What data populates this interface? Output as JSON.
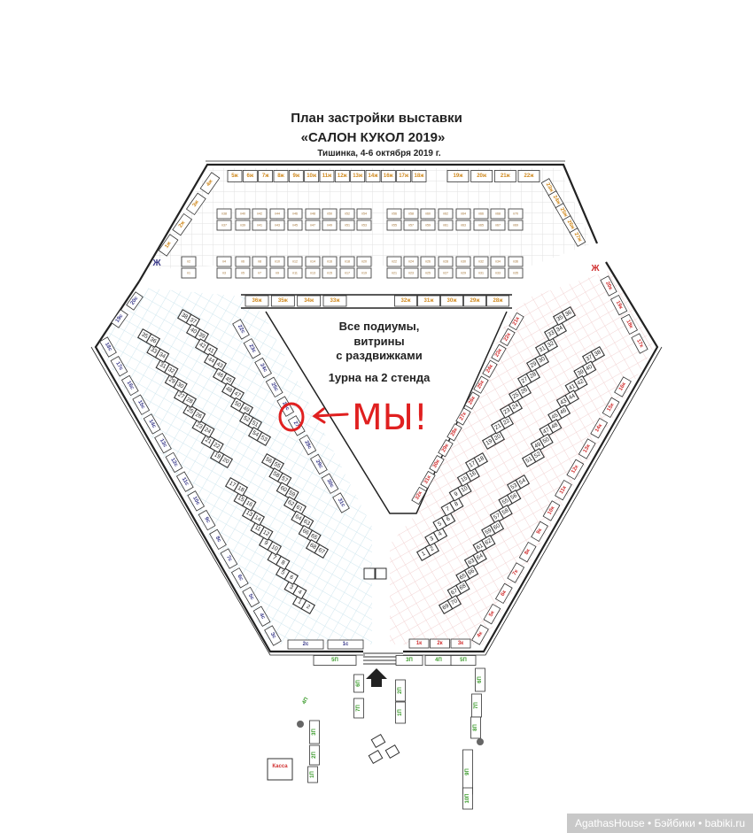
{
  "title": {
    "line1": "План застройки выставки",
    "line2": "«САЛОН КУКОЛ 2019»",
    "line3": "Тишинка, 4-6 октября 2019 г."
  },
  "center_note": {
    "line1": "Все подиумы,",
    "line2": "витрины",
    "line3": "с раздвижками",
    "line4": "1урна на 2 стенда"
  },
  "annotation": {
    "text": "МЫ!"
  },
  "markers": {
    "wc_left": "Ж",
    "wc_right": "Ж"
  },
  "cashier": "Касса",
  "watermark": "AgathasHouse • Бэйбики • babiki.ru",
  "colors": {
    "zh": "#d08a20",
    "s": "#3a3a8a",
    "k": "#d03030",
    "p": "#3a9a2a",
    "annotation": "#e02020",
    "grid_left": "#cfe6ee",
    "grid_right": "#f2d3d3",
    "grid_top": "#dddddd"
  },
  "left_hall": {
    "col_a": [
      [
        "1",
        "2"
      ],
      [
        "3",
        "4"
      ],
      [
        "5",
        "6"
      ],
      [
        "7",
        "8"
      ],
      [
        "9",
        "10"
      ],
      [
        "11",
        "12"
      ],
      [
        "13",
        "14"
      ],
      [
        "15",
        "16"
      ],
      [
        "17",
        "18"
      ]
    ],
    "col_b": [
      [
        "19",
        "20"
      ],
      [
        "21",
        "22"
      ],
      [
        "23",
        "24"
      ],
      [
        "25",
        "26"
      ],
      [
        "27",
        "28"
      ],
      [
        "29",
        "30"
      ],
      [
        "31",
        "32"
      ],
      [
        "33",
        "34"
      ],
      [
        "35",
        "36"
      ]
    ],
    "col_c": [
      [
        "38",
        "37"
      ],
      [
        "40",
        "39"
      ],
      [
        "42",
        "41"
      ],
      [
        "44",
        "43"
      ],
      [
        "46",
        "45"
      ],
      [
        "48",
        "47"
      ],
      [
        "50",
        "49"
      ],
      [
        "52",
        "51"
      ],
      [
        "54",
        "53"
      ]
    ],
    "col_d": [
      [
        "56",
        "55"
      ],
      [
        "58",
        "57"
      ],
      [
        "60",
        "59"
      ],
      [
        "62",
        "61"
      ],
      [
        "64",
        "63"
      ],
      [
        "66",
        "65"
      ],
      [
        "68",
        "67"
      ]
    ]
  },
  "right_hall": {
    "col_a": [
      [
        "1",
        "2"
      ],
      [
        "3",
        "4"
      ],
      [
        "5",
        "6"
      ],
      [
        "7",
        "8"
      ],
      [
        "9",
        "10"
      ],
      [
        "15",
        "16"
      ],
      [
        "17",
        "18"
      ]
    ],
    "col_b": [
      [
        "19",
        "20"
      ],
      [
        "21",
        "22"
      ],
      [
        "23",
        "24"
      ],
      [
        "25",
        "26"
      ],
      [
        "27",
        "28"
      ],
      [
        "29",
        "30"
      ],
      [
        "31",
        "32"
      ],
      [
        "33",
        "34"
      ],
      [
        "35",
        "36"
      ]
    ],
    "col_c": [
      [
        "37",
        "38"
      ],
      [
        "39",
        "40"
      ],
      [
        "41",
        "42"
      ],
      [
        "43",
        "44"
      ],
      [
        "45",
        "46"
      ],
      [
        "47",
        "48"
      ],
      [
        "49",
        "50"
      ],
      [
        "51",
        "52"
      ]
    ],
    "col_d": [
      [
        "53",
        "54"
      ],
      [
        "55",
        "56"
      ],
      [
        "57",
        "58"
      ],
      [
        "59",
        "60"
      ],
      [
        "61",
        "62"
      ],
      [
        "63",
        "64"
      ],
      [
        "65",
        "66"
      ],
      [
        "67",
        "68"
      ],
      [
        "69",
        "70"
      ]
    ]
  },
  "walls": {
    "left_upper": [
      "20с",
      "19с"
    ],
    "left": [
      "18с",
      "17с",
      "16с",
      "15с",
      "14с",
      "13с",
      "12с",
      "11с",
      "10с",
      "9с",
      "8с",
      "7с",
      "6с",
      "5с",
      "4с",
      "3с"
    ],
    "bottom_s": [
      "2с",
      "1с"
    ],
    "inner_left": [
      "22с",
      "23с",
      "24с",
      "25с",
      "26с",
      "27с",
      "28с",
      "29с",
      "30с",
      "31с"
    ],
    "right_upper": [
      "20к",
      "19к",
      "18к",
      "17к"
    ],
    "right": [
      "16к",
      "15к",
      "14к",
      "13к",
      "12к",
      "11к",
      "10к",
      "9к",
      "8к",
      "7к",
      "6к",
      "5к",
      "4к"
    ],
    "bottom_k": [
      "1к",
      "2к",
      "3к"
    ],
    "inner_right": [
      "21к",
      "22к",
      "23к",
      "24к",
      "25к",
      "26к",
      "27к",
      "28к",
      "29к",
      "30к",
      "31к",
      "32к"
    ],
    "top_left": [
      "1ж",
      "2ж",
      "3ж",
      "4ж"
    ],
    "top_a": [
      "5ж",
      "6ж",
      "7ж",
      "8ж",
      "9ж",
      "10ж",
      "11ж",
      "12ж",
      "13ж",
      "14ж",
      "16ж",
      "17ж",
      "18ж"
    ],
    "top_b": [
      "19ж",
      "20ж",
      "21ж",
      "22ж"
    ],
    "top_right": [
      "23ж",
      "24ж",
      "25ж",
      "26ж",
      "27ж"
    ],
    "inner_top_a": [
      "36ж",
      "35ж",
      "34ж",
      "33ж"
    ],
    "inner_top_b": [
      "32ж",
      "31ж",
      "30ж",
      "29ж",
      "28ж"
    ]
  },
  "top_pods": {
    "row1": [
      [
        "п38",
        "п37"
      ],
      [
        "п40",
        "п39"
      ],
      [
        "п42",
        "п41"
      ],
      [
        "п44",
        "п43"
      ],
      [
        "п46",
        "п45"
      ],
      [
        "п48",
        "п47"
      ],
      [
        "п50",
        "п49"
      ],
      [
        "п52",
        "п51"
      ],
      [
        "п54",
        "п53"
      ],
      [
        "п56",
        "п55"
      ],
      [
        "п58",
        "п57"
      ],
      [
        "п60",
        "п59"
      ],
      [
        "п62",
        "п61"
      ],
      [
        "п64",
        "п63"
      ],
      [
        "п66",
        "п65"
      ],
      [
        "п68",
        "п67"
      ],
      [
        "п70",
        "п69"
      ]
    ],
    "row2": [
      [
        "п2",
        "п1"
      ],
      [
        "п4",
        "п3"
      ],
      [
        "п6",
        "п5"
      ],
      [
        "п8",
        "п7"
      ],
      [
        "п10",
        "п9"
      ],
      [
        "п12",
        "п11"
      ],
      [
        "п14",
        "п13"
      ],
      [
        "п16",
        "п15"
      ],
      [
        "п18",
        "п17"
      ],
      [
        "п20",
        "п19"
      ],
      [
        "п22",
        "п21"
      ],
      [
        "п24",
        "п23"
      ],
      [
        "п26",
        "п25"
      ],
      [
        "п28",
        "п27"
      ],
      [
        "п30",
        "п29"
      ],
      [
        "п32",
        "п31"
      ],
      [
        "п34",
        "п33"
      ],
      [
        "п36",
        "п35"
      ]
    ]
  },
  "entrance_stands": [
    "5П",
    "6П",
    "7П",
    "3П",
    "4П",
    "5П",
    "2П",
    "1П",
    "6П",
    "7П",
    "8П",
    "9П",
    "10П",
    "3П",
    "2П",
    "1П",
    "4П"
  ]
}
